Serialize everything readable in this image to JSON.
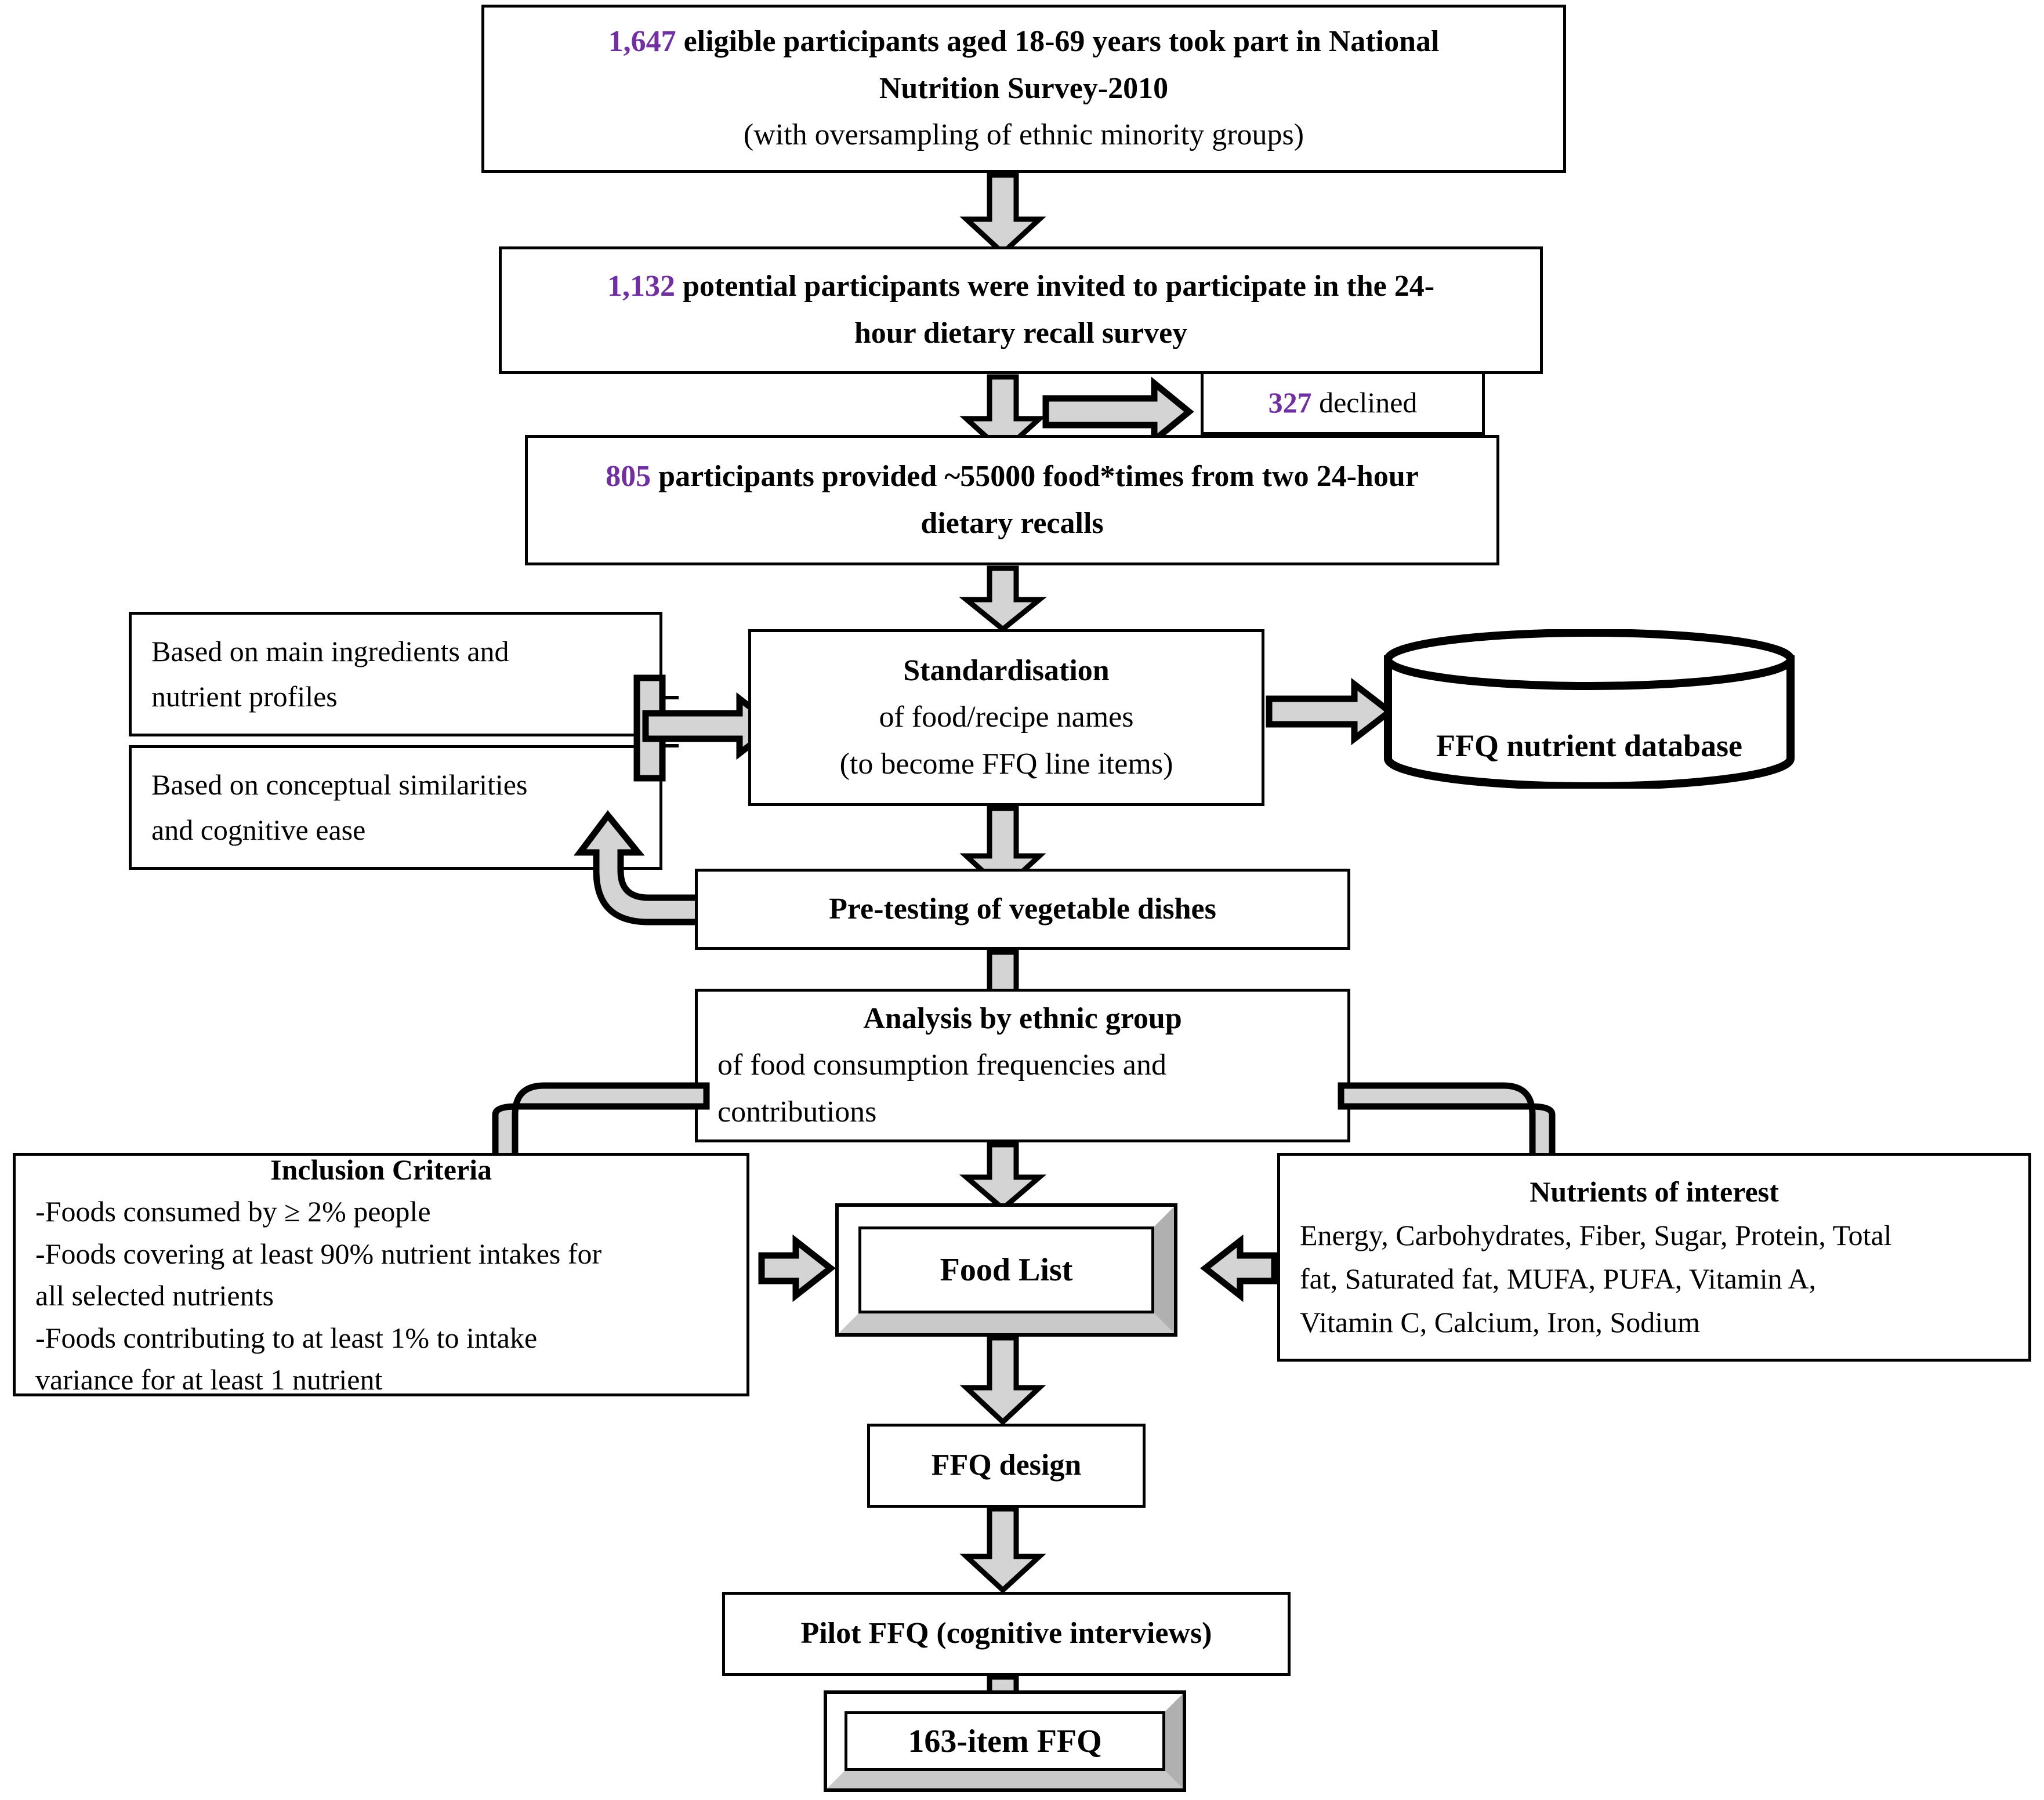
{
  "diagram": {
    "title": "Development of a 163-item FFQ flowchart",
    "accent_number_color": "#7030A0",
    "arrow_fill_color": "#D4D4D4",
    "arrow_stroke_color": "#000000"
  },
  "nodes": {
    "eligible_participants": {
      "number": "1,647",
      "line1_rest": " eligible participants aged 18-69 years took part in National",
      "line2": "Nutrition Survey-2010",
      "line3": "(with oversampling of ethnic minority groups)"
    },
    "invited_participants": {
      "number": "1,132",
      "line1_rest": " potential participants were invited to participate in the 24-",
      "line2": "hour dietary recall survey"
    },
    "declined": {
      "number": "327",
      "label": " declined"
    },
    "provided_recalls": {
      "number": "805",
      "line1_rest": " participants provided ~55000 food*times from two 24-hour",
      "line2": "dietary recalls"
    },
    "criteria_ingredients": {
      "line1": "Based on main ingredients and",
      "line2": "nutrient profiles"
    },
    "criteria_conceptual": {
      "line1": "Based on conceptual similarities",
      "line2": "and cognitive ease"
    },
    "standardisation": {
      "heading": "Standardisation",
      "line2": "of food/recipe names",
      "line3": "(to become FFQ line items)"
    },
    "ffq_nutrient_database": {
      "label": "FFQ nutrient database"
    },
    "pre_testing": {
      "label": "Pre-testing of vegetable dishes"
    },
    "analysis": {
      "heading": "Analysis by ethnic group",
      "line2": "of food consumption frequencies and",
      "line3": "contributions"
    },
    "inclusion_criteria": {
      "heading": "Inclusion Criteria",
      "items": [
        "-Foods consumed by ≥ 2% people",
        "-Foods covering at least 90% nutrient intakes for",
        "all selected nutrients",
        "-Foods contributing to at least 1% to intake",
        "variance for at least 1 nutrient"
      ]
    },
    "nutrients_of_interest": {
      "heading": "Nutrients of interest",
      "line1": "Energy, Carbohydrates, Fiber, Sugar, Protein, Total",
      "line2": "fat, Saturated fat, MUFA, PUFA, Vitamin A,",
      "line3": "Vitamin C, Calcium, Iron, Sodium"
    },
    "food_list": {
      "label": "Food List"
    },
    "ffq_design": {
      "label": "FFQ design"
    },
    "pilot_ffq": {
      "label": "Pilot FFQ (cognitive interviews)"
    },
    "final_ffq": {
      "label": "163-item FFQ"
    }
  },
  "icons": {
    "down_arrow": "down-arrow-icon",
    "right_arrow": "right-arrow-icon",
    "left_arrow": "left-arrow-icon",
    "elbow_arrow": "elbow-arrow-icon",
    "database_cylinder": "database-cylinder-icon"
  }
}
